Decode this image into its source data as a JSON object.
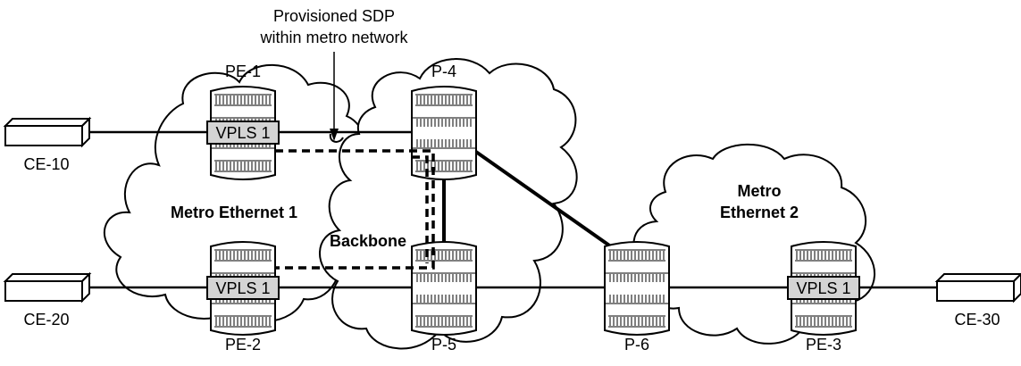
{
  "annotation": {
    "line1": "Provisioned SDP",
    "line2": "within metro network"
  },
  "clouds": {
    "metro1": "Metro Ethernet 1",
    "backbone": "Backbone",
    "metro2_line1": "Metro",
    "metro2_line2": "Ethernet 2"
  },
  "nodes": {
    "pe1": "PE-1",
    "pe2": "PE-2",
    "pe3": "PE-3",
    "p4": "P-4",
    "p5": "P-5",
    "p6": "P-6",
    "ce10": "CE-10",
    "ce20": "CE-20",
    "ce30": "CE-30"
  },
  "services": {
    "pe1_vpls": "VPLS 1",
    "pe2_vpls": "VPLS 1",
    "pe3_vpls": "VPLS 1"
  }
}
